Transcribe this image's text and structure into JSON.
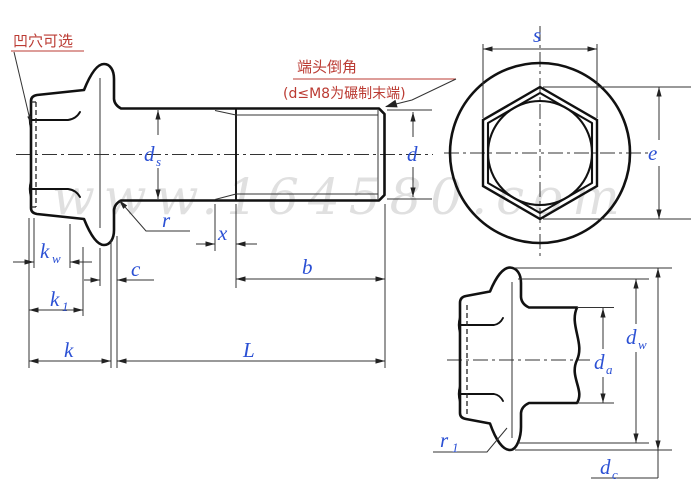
{
  "drawing_title": "hex-flange-bolt-engineering-drawing",
  "watermark": "www.164580.com",
  "annotations": {
    "recess_note": "凹穴可选",
    "chamfer_note_line1": "端头倒角",
    "chamfer_note_line2": "(d≤M8为碾制末端)"
  },
  "labels": {
    "ds_main": "d",
    "ds_sub": "s",
    "d_main": "d",
    "r_main": "r",
    "x_main": "x",
    "c_main": "c",
    "kw_main": "k",
    "kw_sub": "w",
    "k1_main": "k",
    "k1_sub": "1",
    "k_main": "k",
    "L_main": "L",
    "b_main": "b",
    "s_main": "s",
    "e_main": "e",
    "da_main": "d",
    "da_sub": "a",
    "dw_main": "d",
    "dw_sub": "w",
    "dc_main": "d",
    "dc_sub": "c",
    "r1_main": "r",
    "r1_sub": "1"
  },
  "colors": {
    "dimension_label": "#2b50d4",
    "annotation_red": "#bb3b33",
    "line": "#111111",
    "watermark_gray": "#e0e0e0"
  }
}
